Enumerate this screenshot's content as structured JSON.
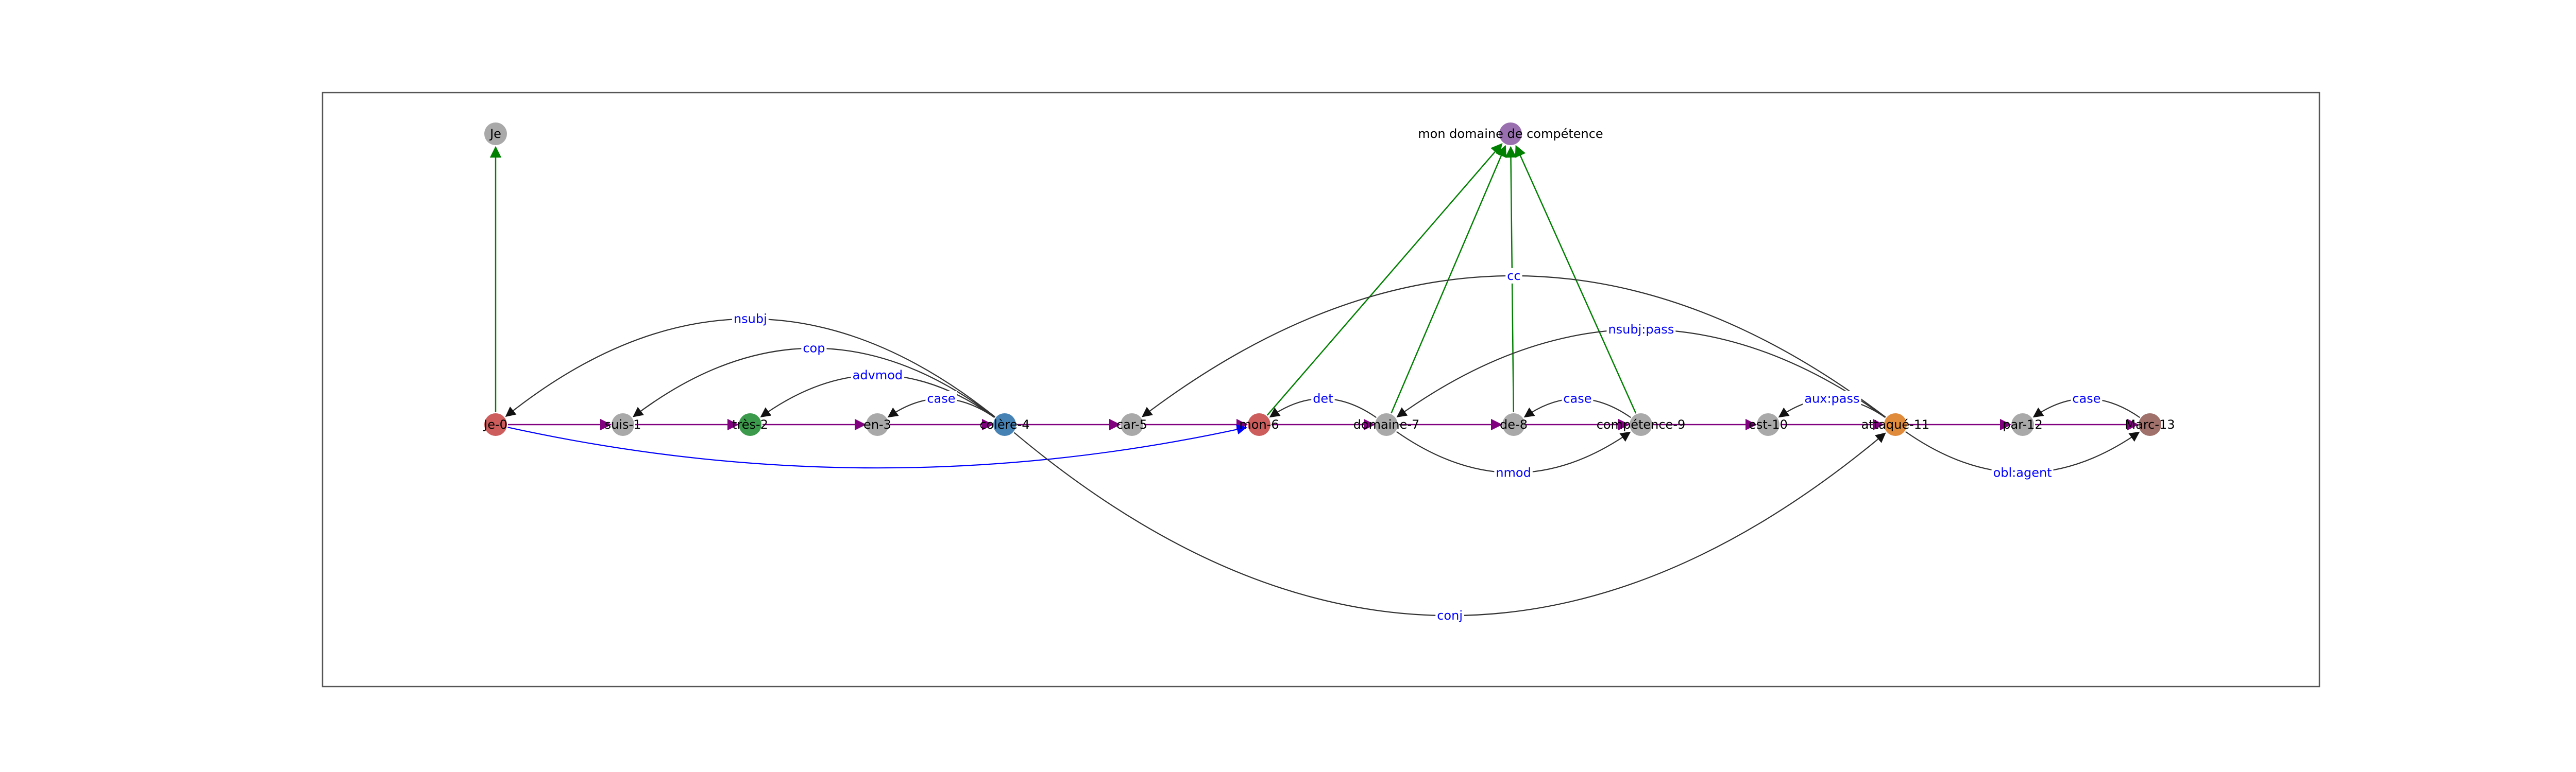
{
  "colors": {
    "sequence_edge": "#800080",
    "dependency_edge": "#333333",
    "entity_edge": "#008000",
    "coref_edge": "#0000ff",
    "label_text": "#0000ff",
    "default_node": "#a9a9a9"
  },
  "nodes": [
    {
      "id": "Je-0",
      "label": "Je-0",
      "color": "#cd5c5c"
    },
    {
      "id": "suis-1",
      "label": "suis-1",
      "color": "#a9a9a9"
    },
    {
      "id": "très-2",
      "label": "très-2",
      "color": "#3c9a4c"
    },
    {
      "id": "en-3",
      "label": "en-3",
      "color": "#a9a9a9"
    },
    {
      "id": "colère-4",
      "label": "colère-4",
      "color": "#4682b4"
    },
    {
      "id": "car-5",
      "label": "car-5",
      "color": "#a9a9a9"
    },
    {
      "id": "mon-6",
      "label": "mon-6",
      "color": "#cd5c5c"
    },
    {
      "id": "domaine-7",
      "label": "domaine-7",
      "color": "#a9a9a9"
    },
    {
      "id": "de-8",
      "label": "de-8",
      "color": "#a9a9a9"
    },
    {
      "id": "compétence-9",
      "label": "compétence-9",
      "color": "#a9a9a9"
    },
    {
      "id": "est-10",
      "label": "est-10",
      "color": "#a9a9a9"
    },
    {
      "id": "attaqué-11",
      "label": "attaqué-11",
      "color": "#e08a3c"
    },
    {
      "id": "par-12",
      "label": "par-12",
      "color": "#a9a9a9"
    },
    {
      "id": "Marc-13",
      "label": "Marc-13",
      "color": "#a0706a"
    },
    {
      "id": "Je",
      "label": "Je",
      "color": "#a9a9a9"
    },
    {
      "id": "mon domaine de compétence",
      "label": "mon domaine de compétence",
      "color": "#9a6fb0"
    }
  ],
  "sequence_edges": [
    [
      "Je-0",
      "suis-1"
    ],
    [
      "suis-1",
      "très-2"
    ],
    [
      "très-2",
      "en-3"
    ],
    [
      "en-3",
      "colère-4"
    ],
    [
      "colère-4",
      "car-5"
    ],
    [
      "car-5",
      "mon-6"
    ],
    [
      "mon-6",
      "domaine-7"
    ],
    [
      "domaine-7",
      "de-8"
    ],
    [
      "de-8",
      "compétence-9"
    ],
    [
      "compétence-9",
      "est-10"
    ],
    [
      "est-10",
      "attaqué-11"
    ],
    [
      "attaqué-11",
      "par-12"
    ],
    [
      "par-12",
      "Marc-13"
    ]
  ],
  "dependency_edges": [
    {
      "from": "colère-4",
      "to": "Je-0",
      "label": "nsubj"
    },
    {
      "from": "colère-4",
      "to": "suis-1",
      "label": "cop"
    },
    {
      "from": "colère-4",
      "to": "très-2",
      "label": "advmod"
    },
    {
      "from": "colère-4",
      "to": "en-3",
      "label": "case"
    },
    {
      "from": "attaqué-11",
      "to": "car-5",
      "label": "cc"
    },
    {
      "from": "domaine-7",
      "to": "mon-6",
      "label": "det"
    },
    {
      "from": "attaqué-11",
      "to": "domaine-7",
      "label": "nsubj:pass"
    },
    {
      "from": "compétence-9",
      "to": "de-8",
      "label": "case"
    },
    {
      "from": "domaine-7",
      "to": "compétence-9",
      "label": "nmod"
    },
    {
      "from": "attaqué-11",
      "to": "est-10",
      "label": "aux:pass"
    },
    {
      "from": "colère-4",
      "to": "attaqué-11",
      "label": "conj"
    },
    {
      "from": "Marc-13",
      "to": "par-12",
      "label": "case"
    },
    {
      "from": "attaqué-11",
      "to": "Marc-13",
      "label": "obl:agent"
    }
  ],
  "entity_edges": [
    [
      "Je-0",
      "Je"
    ],
    [
      "mon-6",
      "mon domaine de compétence"
    ],
    [
      "domaine-7",
      "mon domaine de compétence"
    ],
    [
      "de-8",
      "mon domaine de compétence"
    ],
    [
      "compétence-9",
      "mon domaine de compétence"
    ]
  ],
  "coref_edges": [
    [
      "Je-0",
      "mon-6"
    ]
  ]
}
